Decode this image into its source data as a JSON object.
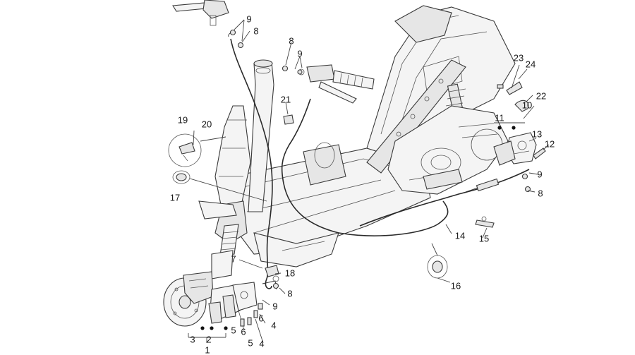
{
  "callouts": {
    "c1": "1",
    "c2": "2",
    "c3": "3",
    "c4a": "4",
    "c4b": "4",
    "c5a": "5",
    "c5b": "5",
    "c6a": "6",
    "c6b": "6",
    "c7": "7",
    "c8a": "8",
    "c8b": "8",
    "c8c": "8",
    "c8d": "8",
    "c9a": "9",
    "c9b": "9",
    "c9c": "9",
    "c9d": "9",
    "c10": "10",
    "c11": "11",
    "c12": "12",
    "c13": "13",
    "c14": "14",
    "c15": "15",
    "c16": "16",
    "c17": "17",
    "c18": "18",
    "c19": "19",
    "c20": "20",
    "c21": "21",
    "c22": "22",
    "c23": "23",
    "c24": "24"
  },
  "colors": {
    "line": "#3a3a3a",
    "fill": "#f4f4f4",
    "background": "#ffffff"
  }
}
